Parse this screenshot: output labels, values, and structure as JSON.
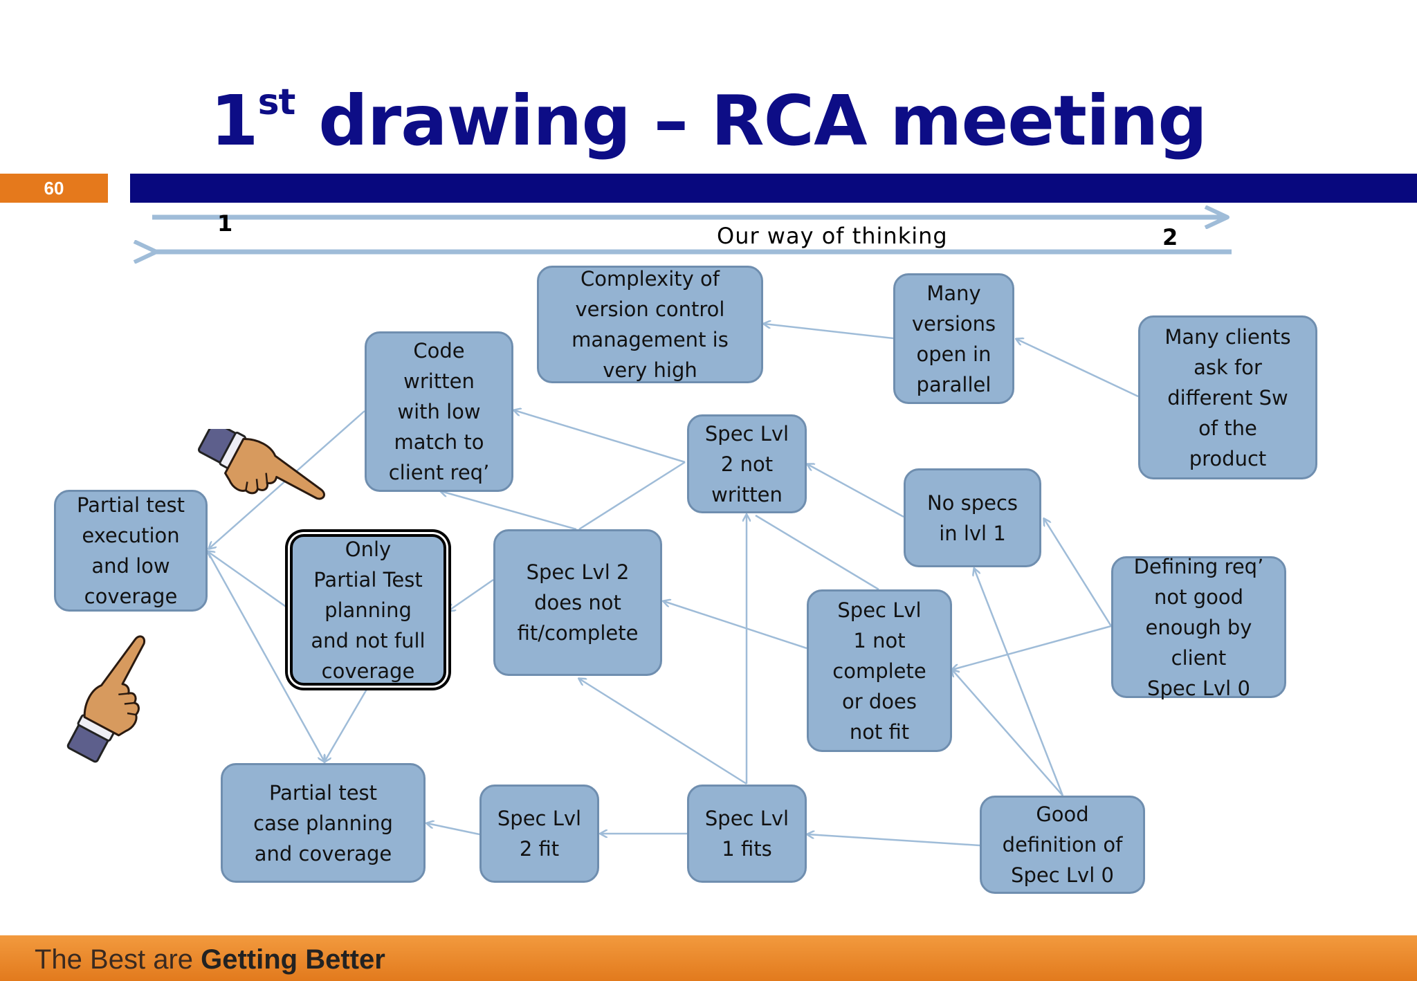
{
  "slide": {
    "title_main": "1",
    "title_sup": "st",
    "title_rest": " drawing – RCA meeting",
    "page_number": "60",
    "footer_light": "The Best are ",
    "footer_bold": "Getting Better"
  },
  "direction": {
    "label": "Our way of thinking",
    "start_marker": "1",
    "end_marker": "2"
  },
  "nodes": {
    "complexity": "Complexity of\nversion control\nmanagement  is\nvery high",
    "many_versions": "Many\nversions\nopen in\nparallel",
    "many_clients": "Many clients\nask for\ndifferent Sw\nof  the\nproduct",
    "code_written": "Code\nwritten\nwith low\nmatch to\nclient req’",
    "spec2_not_written": "Spec Lvl\n2 not\nwritten",
    "no_specs_lvl1": "No specs\nin lvl 1",
    "partial_exec": "Partial test\nexecution\nand low\ncoverage",
    "only_partial": "Only\nPartial Test\nplanning\nand not full\ncoverage",
    "spec2_not_fit": "Spec Lvl 2\ndoes not\nfit/complete",
    "defining_req": "Defining req’\nnot good\nenough by\nclient\nSpec Lvl 0",
    "spec1_not_complete": "Spec Lvl\n1 not\ncomplete\nor does\nnot fit",
    "partial_case": "Partial test\ncase planning\nand coverage",
    "spec2_fit": "Spec Lvl\n2 fit",
    "spec1_fits": "Spec Lvl\n1 fits",
    "good_def": "Good\ndefinition of\nSpec Lvl 0"
  },
  "colors": {
    "title": "#0d0d86",
    "accent_orange": "#e5791c",
    "rule_navy": "#08087e",
    "node_fill": "#94b3d2",
    "node_border": "#6f8eaf",
    "arrow": "#9fbcd8"
  },
  "icons": [
    "pointing-hand-icon",
    "pointing-hand-icon"
  ]
}
